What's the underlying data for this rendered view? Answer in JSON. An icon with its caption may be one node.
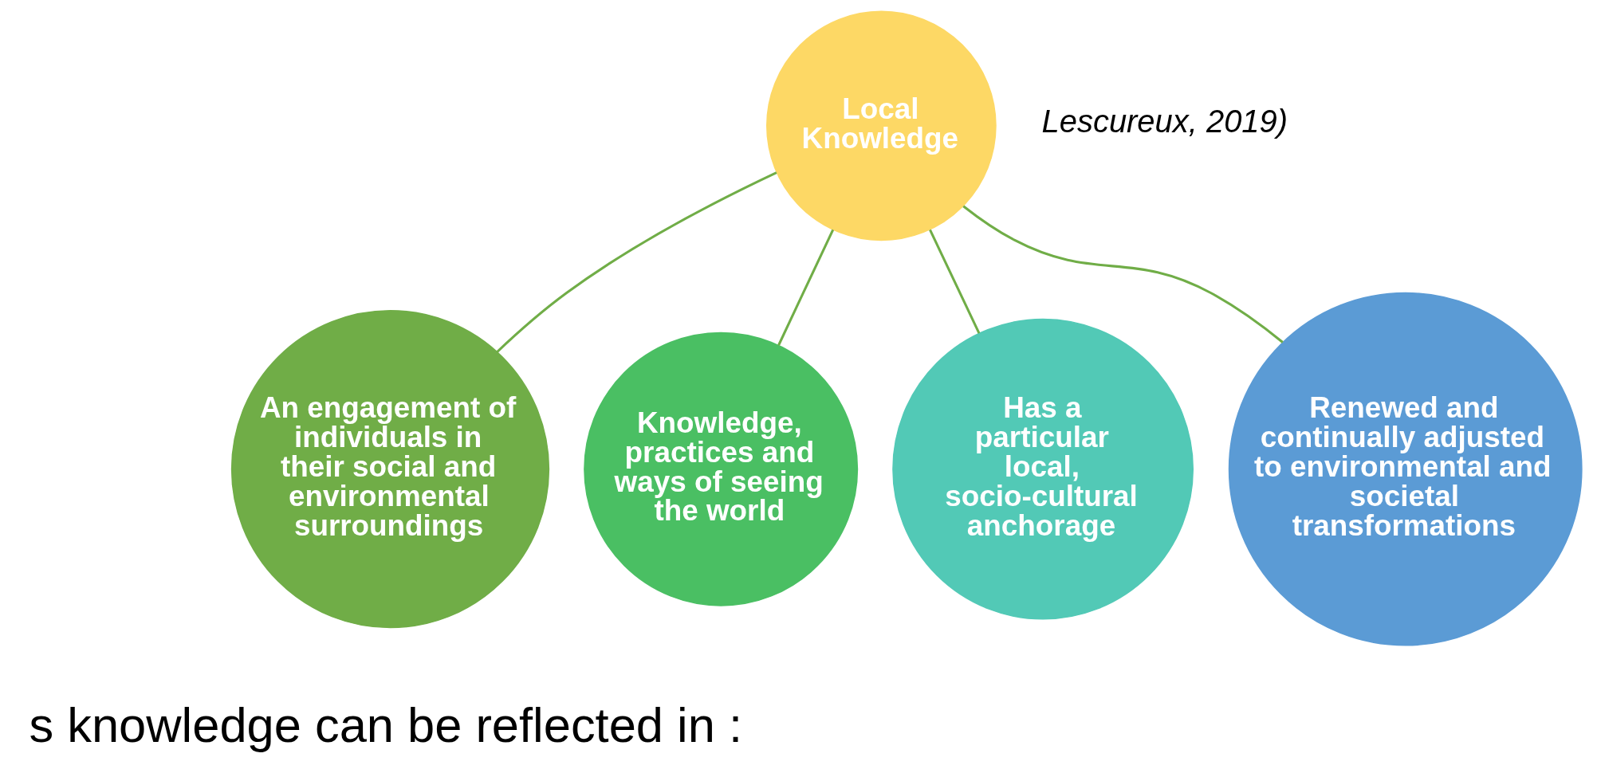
{
  "diagram": {
    "nodes": [
      {
        "text": [
          "Local Knowledge"
        ]
      },
      {
        "text": [
          "An engagement of individuals in their social and environmental surroundings"
        ]
      },
      {
        "text": [
          "Knowledge, practices and ways of seeing the world"
        ]
      },
      {
        "text": [
          "Has a particular local, socio-cultural anchorage"
        ]
      },
      {
        "text": [
          "Renewed and continually adjusted to environmental and societal transformations"
        ]
      }
    ],
    "edges": [
      {
        "from": 0,
        "to": 1,
        "arrow": "none"
      },
      {
        "from": 0,
        "to": 2,
        "arrow": "none"
      },
      {
        "from": 0,
        "to": 3,
        "arrow": "none"
      },
      {
        "from": 0,
        "to": 4,
        "arrow": "none"
      }
    ],
    "labels": [
      "Lescureux, 2019)",
      "s knowledge can be reflected in :"
    ]
  }
}
